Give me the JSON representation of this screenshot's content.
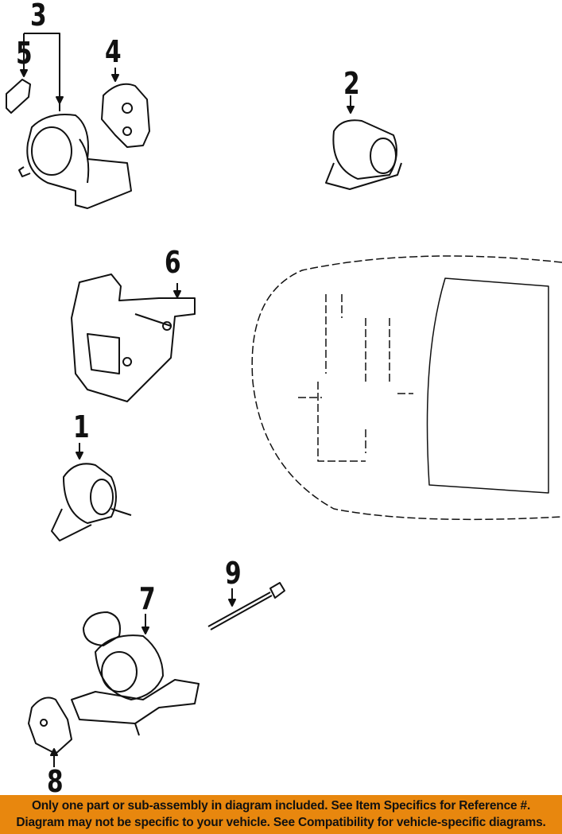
{
  "callouts": {
    "c1": "1",
    "c2": "2",
    "c3": "3",
    "c4": "4",
    "c5": "5",
    "c6": "6",
    "c7": "7",
    "c8": "8",
    "c9": "9"
  },
  "banner": {
    "line1": "Only one part or sub-assembly in diagram included. See Item Specifics for Reference #.",
    "line2": "Diagram may not be specific to your vehicle. See Compatibility for vehicle-specific diagrams."
  },
  "colors": {
    "banner": "#e8870e",
    "ink": "#111111"
  }
}
